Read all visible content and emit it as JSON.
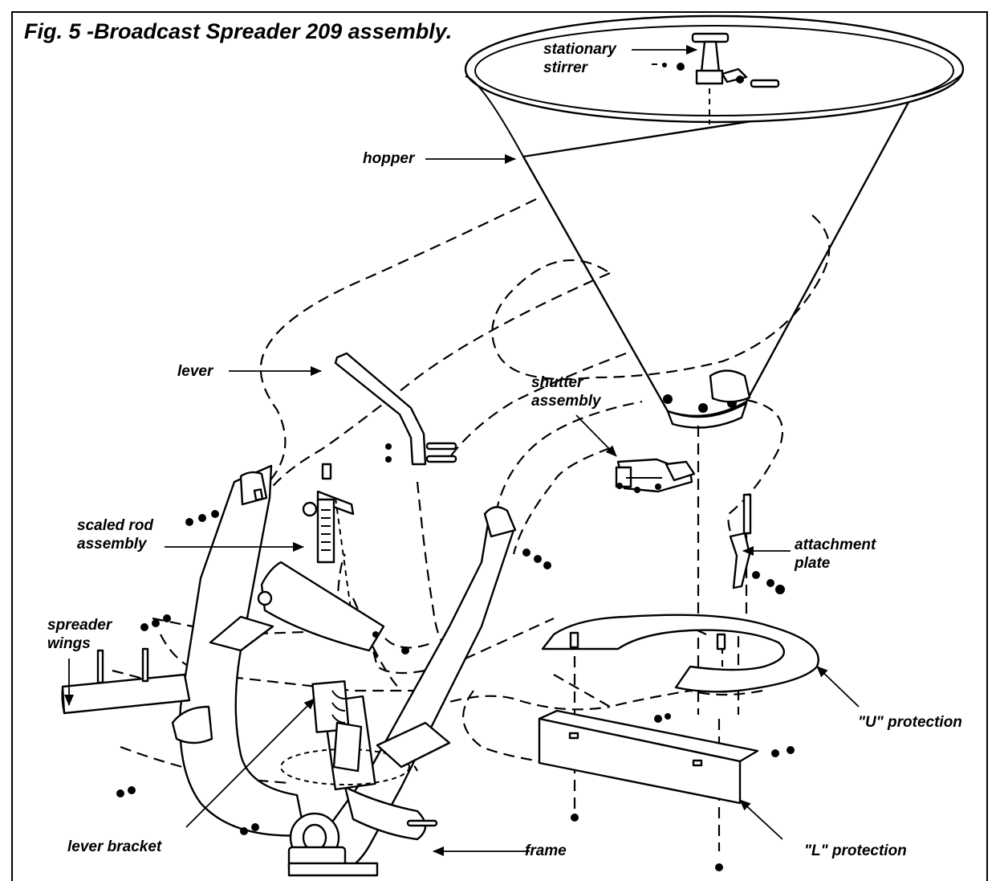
{
  "figure": {
    "title": "Fig. 5 -Broadcast Spreader 209 assembly."
  },
  "labels": {
    "stationary_stirrer": [
      "stationary",
      "stirrer"
    ],
    "hopper": "hopper",
    "lever": "lever",
    "shutter_assembly": [
      "shutter",
      "assembly"
    ],
    "scaled_rod_assembly": [
      "scaled rod",
      "assembly"
    ],
    "attachment_plate": [
      "attachment",
      "plate"
    ],
    "spreader_wings": [
      "spreader",
      "wings"
    ],
    "u_protection": "\"U\" protection",
    "l_protection": "\"L\" protection",
    "lever_bracket": "lever bracket",
    "frame": "frame"
  }
}
